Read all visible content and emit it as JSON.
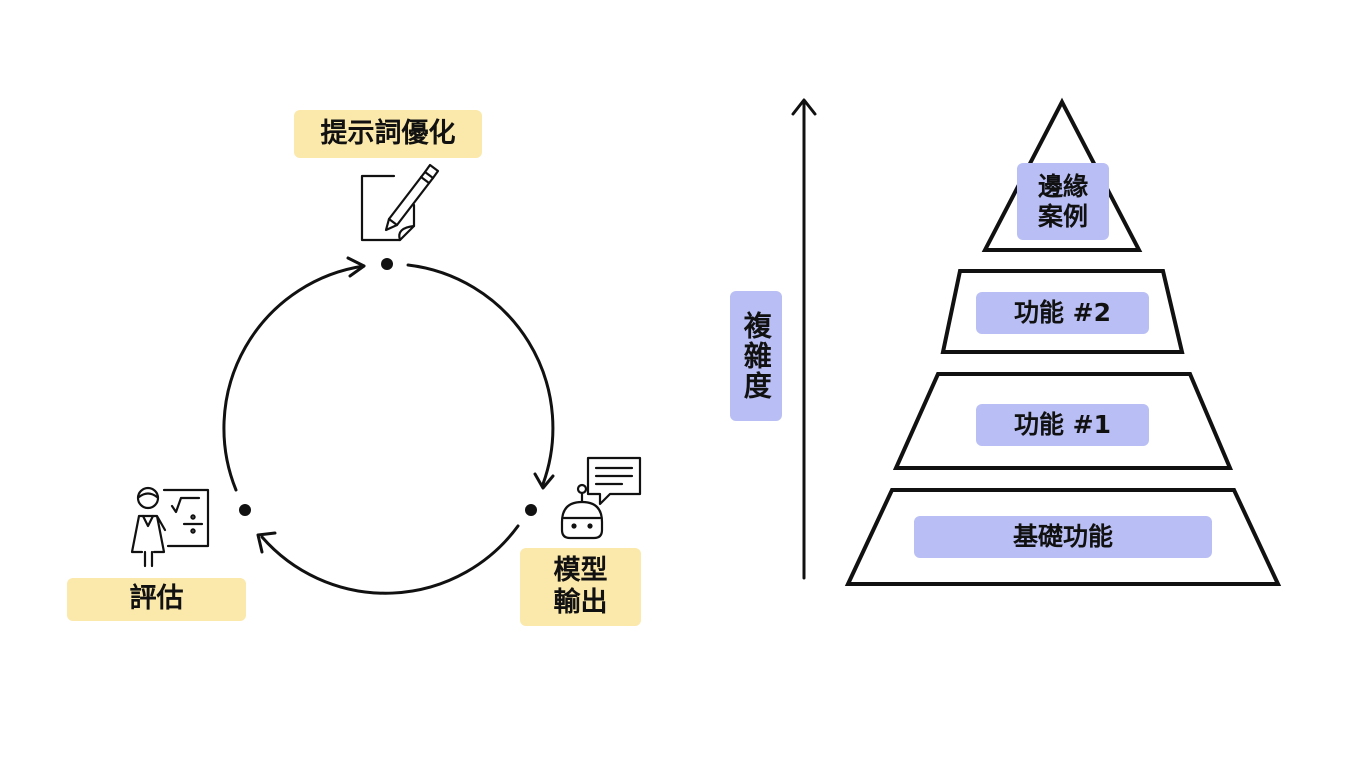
{
  "cycle": {
    "steps": [
      {
        "id": "prompt-optimization",
        "label": "提示詞優化",
        "icon": "document-pen-icon"
      },
      {
        "id": "model-output",
        "label": "模型\n輸出",
        "icon": "robot-chat-icon"
      },
      {
        "id": "evaluation",
        "label": "評估",
        "icon": "teacher-board-icon"
      }
    ],
    "direction": "clockwise"
  },
  "pyramid": {
    "axis_label": "複雜度",
    "levels": [
      {
        "label": "邊緣\n案例"
      },
      {
        "label": "功能 #2"
      },
      {
        "label": "功能 #1"
      },
      {
        "label": "基礎功能"
      }
    ]
  },
  "colors": {
    "yellow_label": "#fbe8ab",
    "purple_label": "#b9bff4",
    "stroke": "#111111",
    "background": "#ffffff"
  }
}
